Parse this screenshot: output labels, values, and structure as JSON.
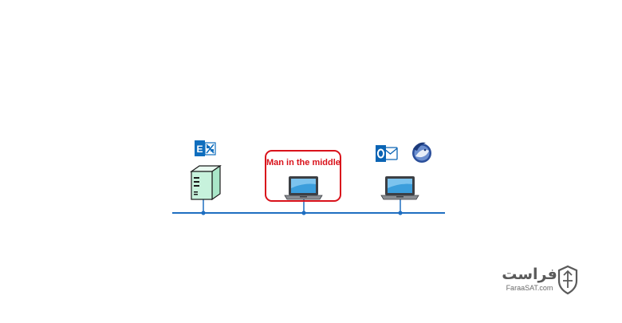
{
  "diagram": {
    "mitm_label": "Man in the middle",
    "nodes": [
      {
        "id": "server",
        "icon": "exchange-server-icon"
      },
      {
        "id": "attacker-laptop",
        "icon": "laptop-icon"
      },
      {
        "id": "client-laptop",
        "icon": "laptop-icon",
        "apps": [
          "outlook-icon",
          "thunderbird-icon"
        ]
      }
    ]
  },
  "brand": {
    "name": "فراست",
    "site": "FaraaSAT.com"
  },
  "colors": {
    "network_line": "#1f6fc1",
    "mitm_accent": "#d9121b",
    "exchange_blue": "#0f6ebe",
    "outlook_blue": "#0a64b4",
    "laptop_screen": "#3b9edc",
    "server_body": "#c7f2dc",
    "logo_gray": "#5a5a5a"
  }
}
